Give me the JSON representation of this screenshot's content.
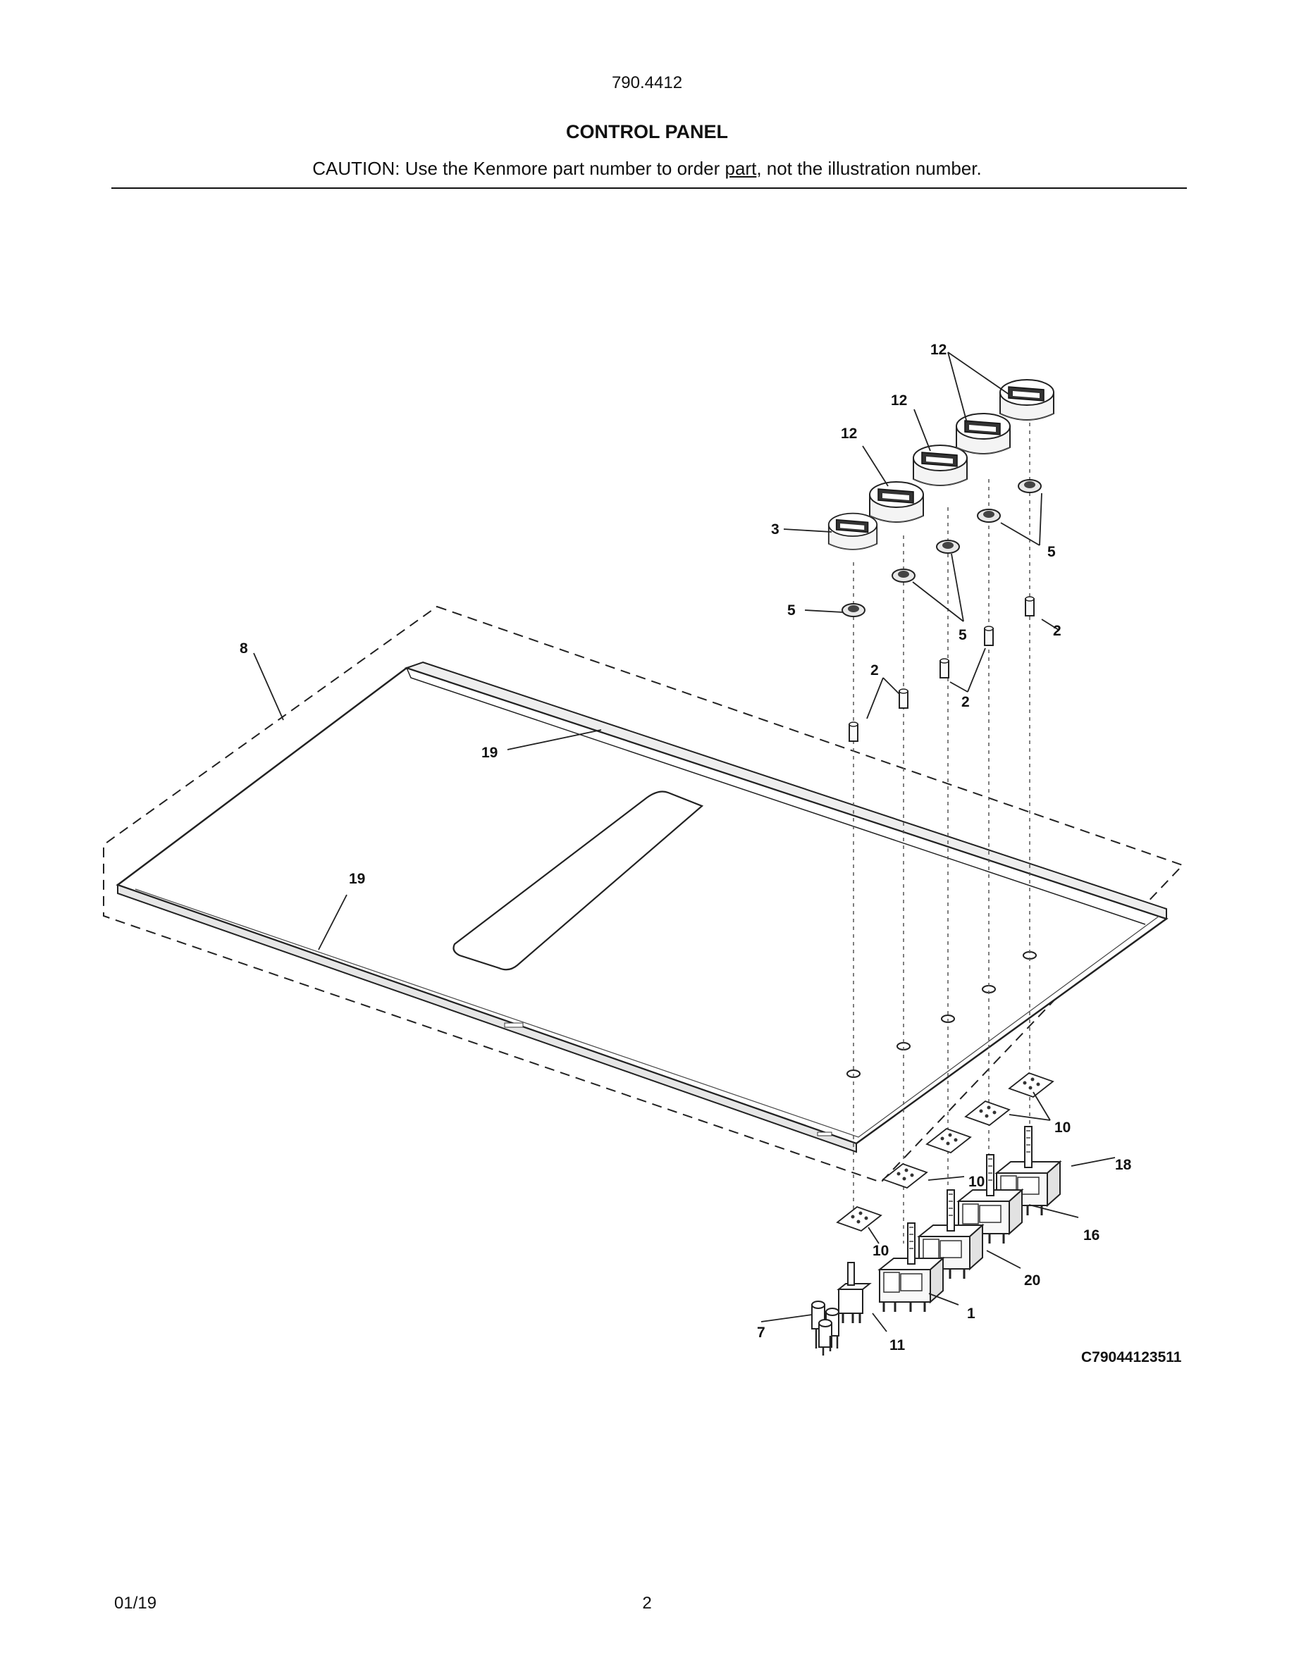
{
  "header": {
    "model": "790.4412",
    "title": "CONTROL PANEL",
    "caution_pre": "CAUTION: Use the Kenmore part number to order ",
    "caution_link": "part",
    "caution_post": ", not the illustration number."
  },
  "diagram": {
    "code": "C79044123511",
    "callouts": {
      "c12a": "12",
      "c12b": "12",
      "c12c": "12",
      "c3": "3",
      "c5a": "5",
      "c5b": "5",
      "c5c": "5",
      "c2a": "2",
      "c2b": "2",
      "c2c": "2",
      "c8": "8",
      "c19a": "19",
      "c19b": "19",
      "c10a": "10",
      "c10b": "10",
      "c10c": "10",
      "c18": "18",
      "c16": "16",
      "c20": "20",
      "c1": "1",
      "c7": "7",
      "c11": "11"
    }
  },
  "footer": {
    "date": "01/19",
    "page": "2"
  }
}
